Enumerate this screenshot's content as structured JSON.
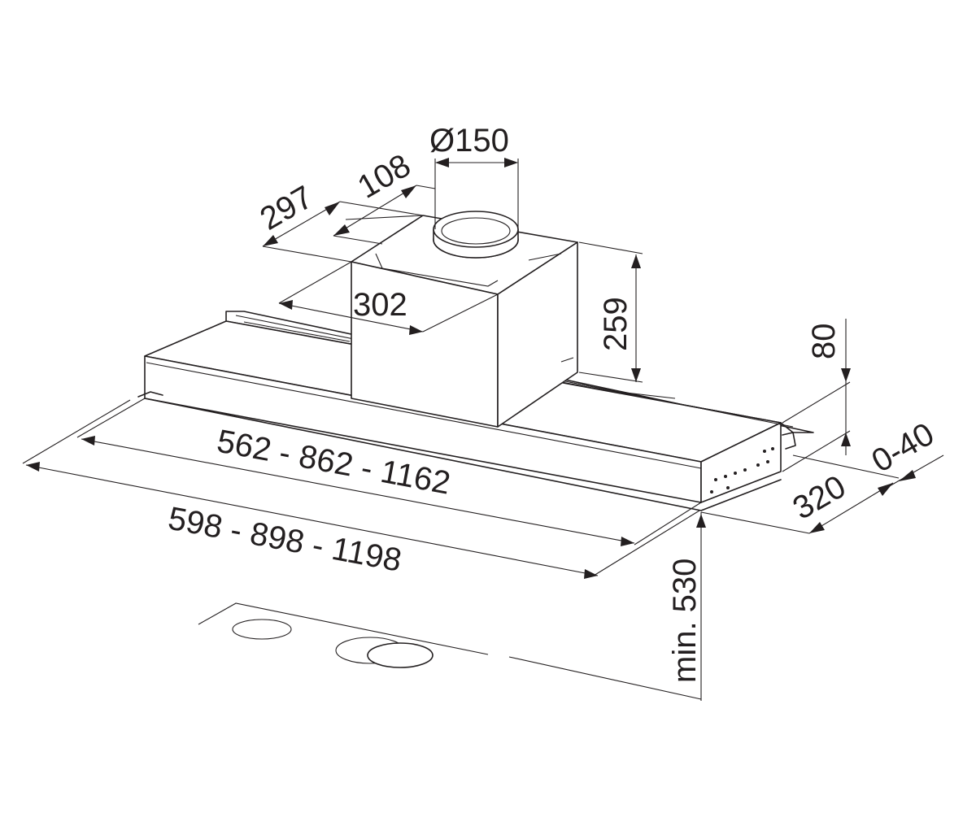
{
  "dimensions": {
    "duct_diameter": "Ø150",
    "chimney_offset_depth": "297",
    "chimney_offset_back": "108",
    "chimney_width": "302",
    "chimney_height": "259",
    "body_height": "80",
    "depth": "320",
    "offset_range": "0-40",
    "inner_width": "562 - 862 - 1162",
    "outer_width": "598 - 898 - 1198",
    "min_height": "min. 530"
  },
  "colors": {
    "line": "#231f20",
    "background": "#ffffff"
  }
}
